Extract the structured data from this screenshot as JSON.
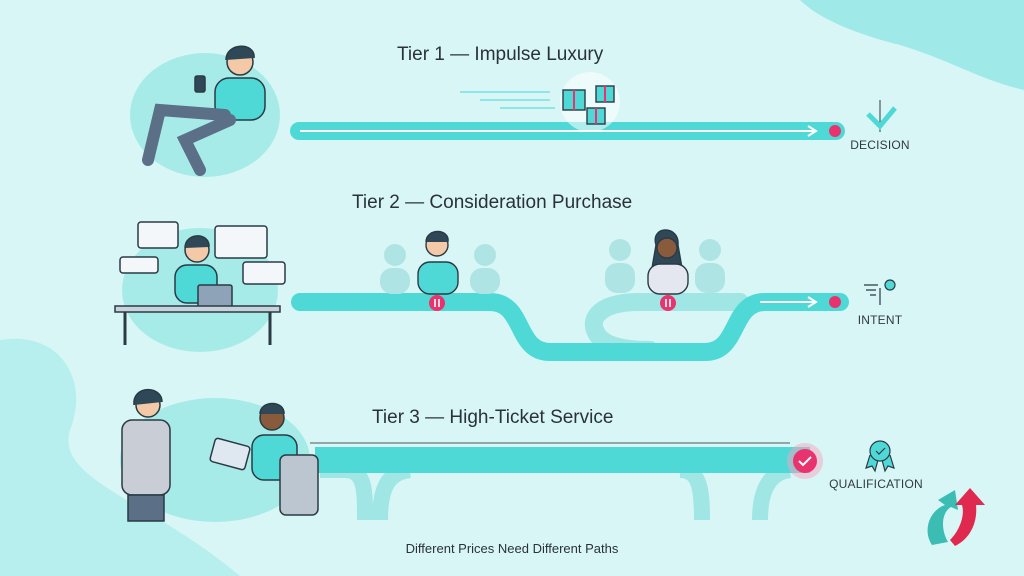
{
  "tiers": [
    {
      "title": "Tier 1 — Impulse Luxury",
      "outcome": "DECISION",
      "icon": "checkmark-icon"
    },
    {
      "title": "Tier 2 — Consideration Purchase",
      "outcome": "INTENT",
      "icon": "intent-flag-icon"
    },
    {
      "title": "Tier 3 — High-Ticket Service",
      "outcome": "QUALIFICATION",
      "icon": "award-ribbon-icon"
    }
  ],
  "footer": "Different Prices Need Different Paths",
  "colors": {
    "background": "#d8f6f6",
    "track": "#4fd9d6",
    "accent": "#e8336e",
    "ink": "#2a3238"
  }
}
